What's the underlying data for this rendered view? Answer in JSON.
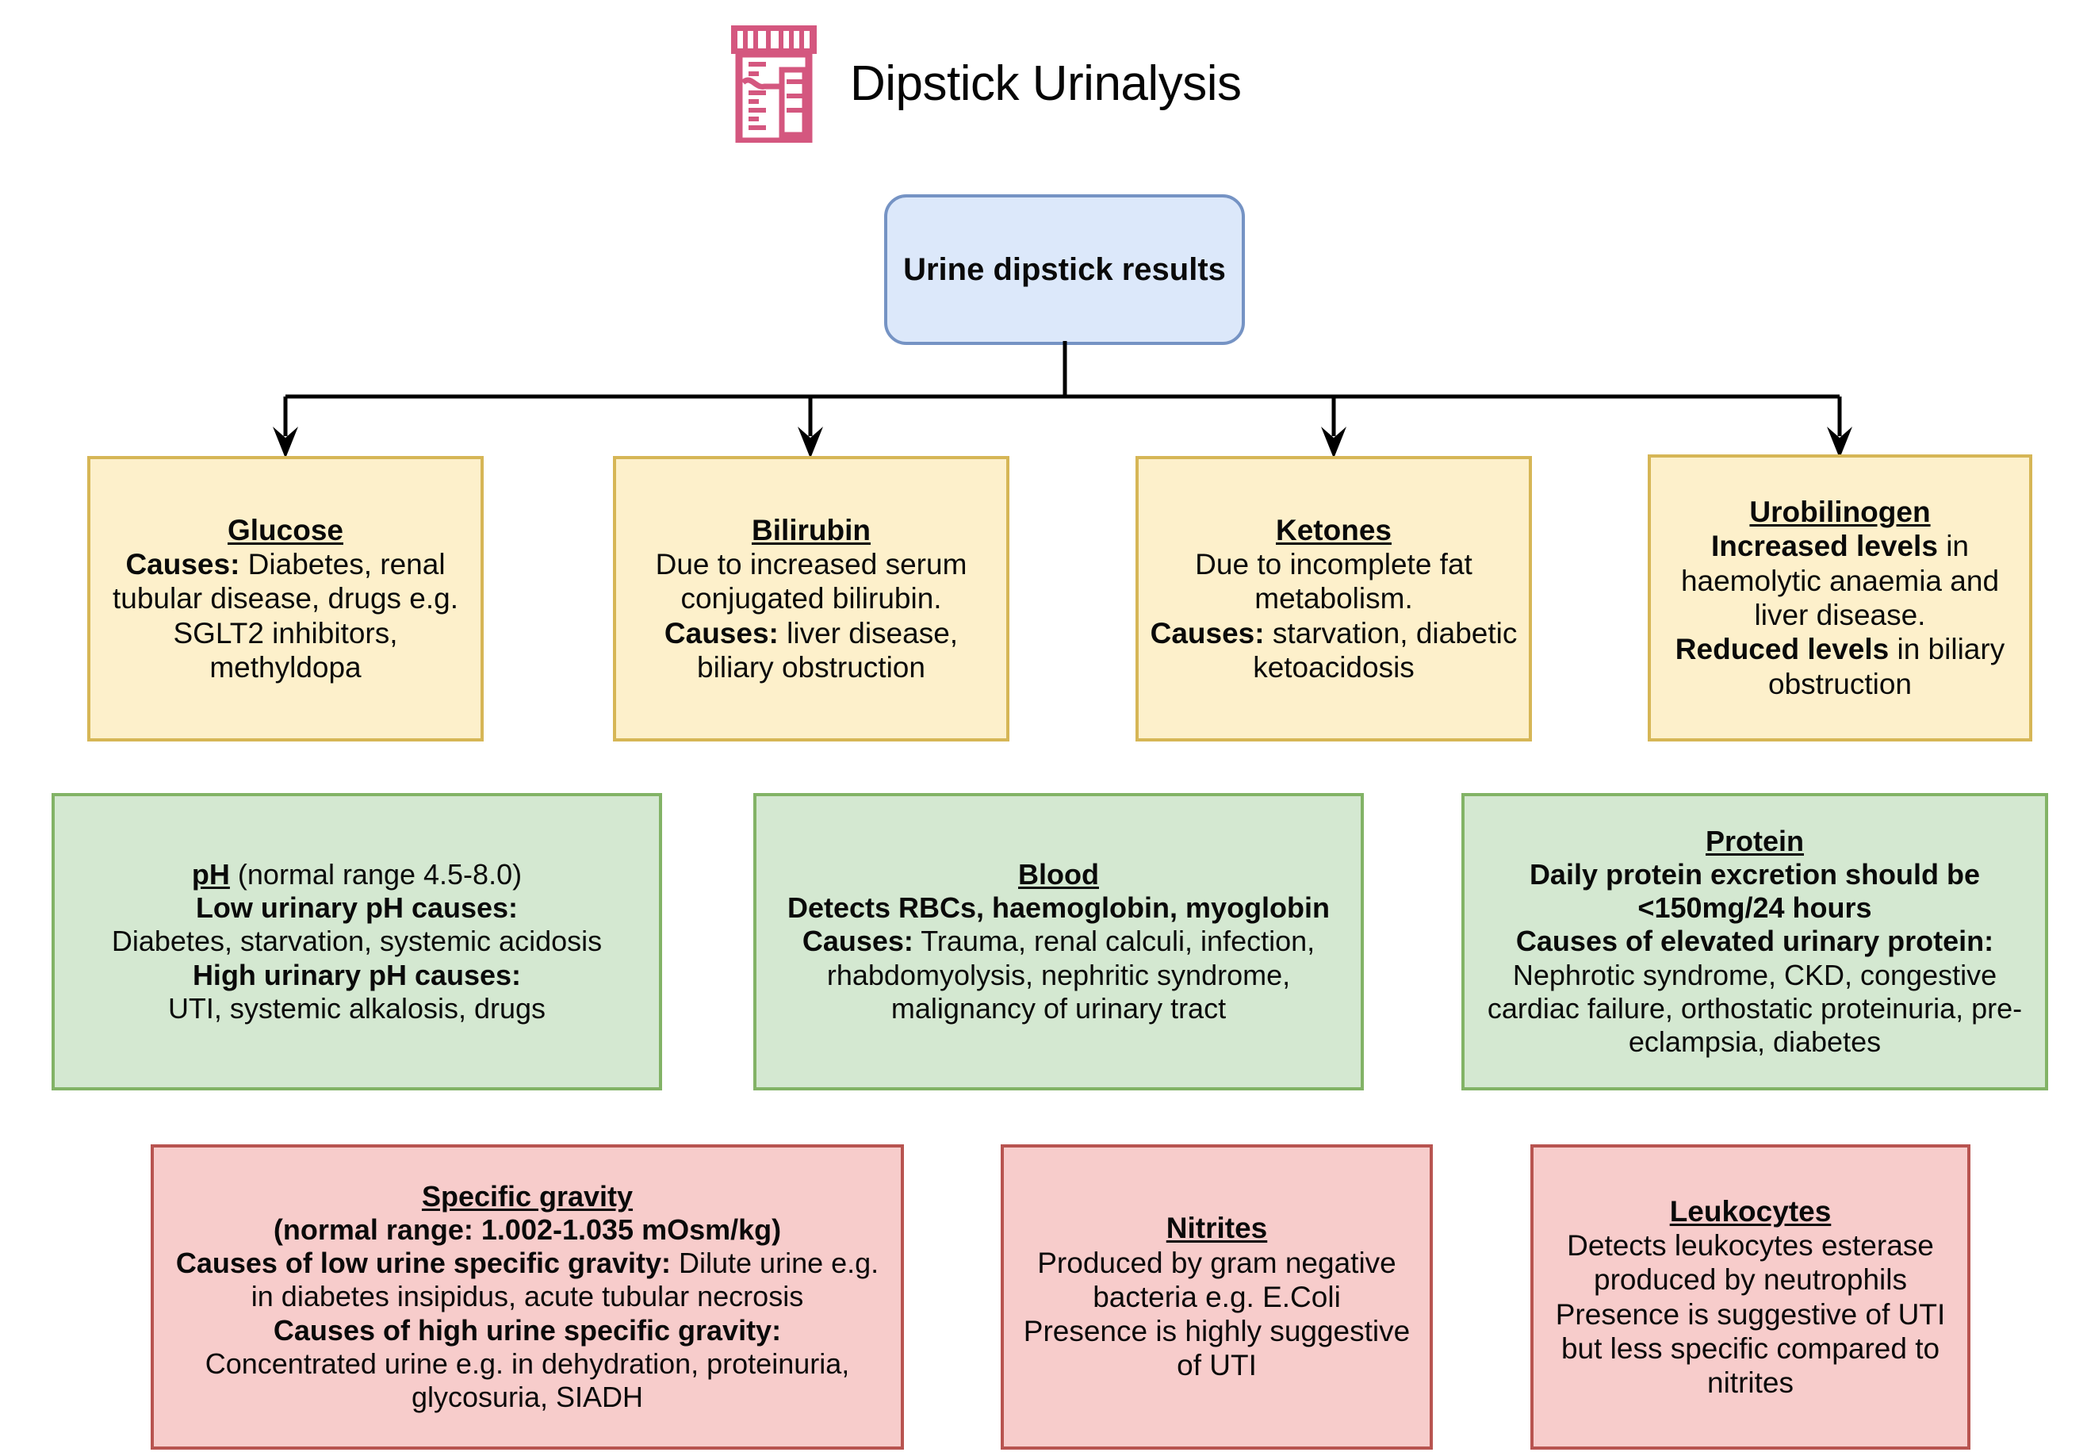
{
  "header": {
    "title": "Dipstick Urinalysis",
    "icon": "urine-sample-jar-icon",
    "icon_color": "#D4577F"
  },
  "root": {
    "label": "Urine dipstick results",
    "fill": "#DCE8FA",
    "border": "#7593C4"
  },
  "palette": {
    "yellow_fill": "#FDF0CB",
    "yellow_border": "#D6B656",
    "green_fill": "#D4E8D1",
    "green_border": "#82B366",
    "pink_fill": "#F7CCCB",
    "pink_border": "#B85450",
    "connector": "#000000"
  },
  "nodes": {
    "glucose": {
      "title": "Glucose",
      "lines": [
        {
          "parts": [
            {
              "text": "Causes:",
              "bold": true
            },
            {
              "text": " Diabetes, renal tubular disease, drugs e.g. SGLT2 inhibitors, methyldopa",
              "bold": false
            }
          ]
        }
      ]
    },
    "bilirubin": {
      "title": "Bilirubin",
      "lines": [
        {
          "parts": [
            {
              "text": "Due to increased serum conjugated bilirubin.",
              "bold": false
            }
          ]
        },
        {
          "parts": [
            {
              "text": "Causes:",
              "bold": true
            },
            {
              "text": " liver disease, biliary obstruction",
              "bold": false
            }
          ]
        }
      ]
    },
    "ketones": {
      "title": "Ketones",
      "lines": [
        {
          "parts": [
            {
              "text": "Due to incomplete fat metabolism.",
              "bold": false
            }
          ]
        },
        {
          "parts": [
            {
              "text": "Causes:",
              "bold": true
            },
            {
              "text": " starvation, diabetic ketoacidosis",
              "bold": false
            }
          ]
        }
      ]
    },
    "urobilinogen": {
      "title": "Urobilinogen",
      "lines": [
        {
          "parts": [
            {
              "text": "Increased levels",
              "bold": true
            },
            {
              "text": " in haemolytic anaemia and liver disease.",
              "bold": false
            }
          ]
        },
        {
          "parts": [
            {
              "text": "Reduced levels",
              "bold": true
            },
            {
              "text": " in biliary obstruction",
              "bold": false
            }
          ]
        }
      ]
    },
    "ph": {
      "title": "pH",
      "title_suffix": " (normal range 4.5-8.0)",
      "lines": [
        {
          "parts": [
            {
              "text": "Low urinary pH causes:",
              "bold": true
            }
          ]
        },
        {
          "parts": [
            {
              "text": "Diabetes, starvation, systemic acidosis",
              "bold": false
            }
          ]
        },
        {
          "parts": [
            {
              "text": "High urinary pH causes:",
              "bold": true
            }
          ]
        },
        {
          "parts": [
            {
              "text": "UTI, systemic alkalosis, drugs",
              "bold": false
            }
          ]
        }
      ]
    },
    "blood": {
      "title": "Blood",
      "lines": [
        {
          "parts": [
            {
              "text": "Detects RBCs, haemoglobin, myoglobin",
              "bold": true
            }
          ]
        },
        {
          "parts": [
            {
              "text": "Causes:",
              "bold": true
            },
            {
              "text": " Trauma, renal calculi, infection, rhabdomyolysis, nephritic syndrome, malignancy of urinary tract",
              "bold": false
            }
          ]
        }
      ]
    },
    "protein": {
      "title": "Protein",
      "lines": [
        {
          "parts": [
            {
              "text": "Daily protein excretion should be <150mg/24 hours",
              "bold": true
            }
          ]
        },
        {
          "parts": [
            {
              "text": "Causes of elevated urinary protein:",
              "bold": true
            }
          ]
        },
        {
          "parts": [
            {
              "text": "Nephrotic syndrome, CKD, congestive cardiac failure, orthostatic proteinuria, pre-eclampsia, diabetes",
              "bold": false
            }
          ]
        }
      ]
    },
    "specific_gravity": {
      "title": "Specific gravity",
      "lines": [
        {
          "parts": [
            {
              "text": "(normal range: 1.002-1.035 mOsm/kg)",
              "bold": true
            }
          ]
        },
        {
          "parts": [
            {
              "text": "Causes of low urine specific gravity:",
              "bold": true
            },
            {
              "text": " Dilute urine e.g. in diabetes insipidus, acute tubular necrosis",
              "bold": false
            }
          ]
        },
        {
          "parts": [
            {
              "text": "Causes of high urine specific gravity:",
              "bold": true
            }
          ]
        },
        {
          "parts": [
            {
              "text": "Concentrated urine e.g. in dehydration, proteinuria, glycosuria, SIADH",
              "bold": false
            }
          ]
        }
      ]
    },
    "nitrites": {
      "title": "Nitrites",
      "lines": [
        {
          "parts": [
            {
              "text": "Produced by gram negative bacteria e.g. E.Coli",
              "bold": false
            }
          ]
        },
        {
          "parts": [
            {
              "text": "Presence is highly suggestive of UTI",
              "bold": false
            }
          ]
        }
      ]
    },
    "leukocytes": {
      "title": "Leukocytes",
      "lines": [
        {
          "parts": [
            {
              "text": "Detects leukocytes esterase produced by neutrophils",
              "bold": false
            }
          ]
        },
        {
          "parts": [
            {
              "text": "Presence is suggestive of UTI but less specific compared to nitrites",
              "bold": false
            }
          ]
        }
      ]
    }
  }
}
